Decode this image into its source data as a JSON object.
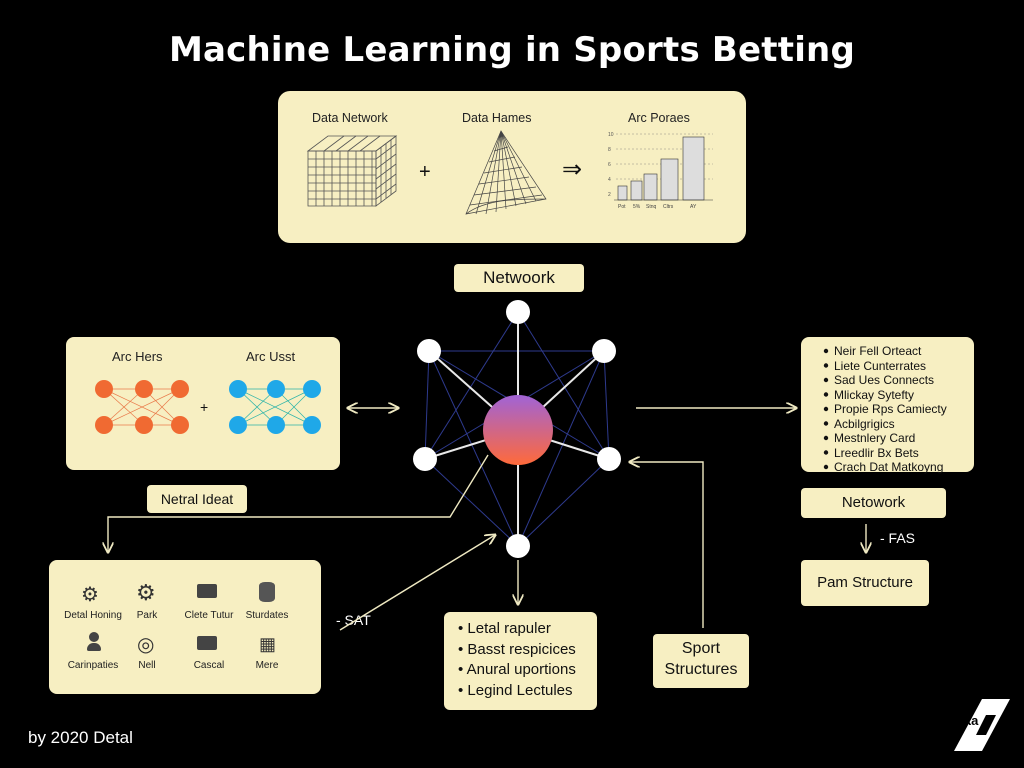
{
  "title": "Machine Learning in Sports Betting",
  "top_panel": {
    "label_1": "Data Network",
    "label_2": "Data Hames",
    "label_3": "Arc Poraes",
    "plus": "+",
    "implies": "⇒",
    "bar_tick_labels": [
      "Pot",
      "5%",
      "Stnq",
      "Cltrs",
      "AY"
    ],
    "axis_ticks": [
      "10",
      "8",
      "6",
      "4",
      "2"
    ]
  },
  "network_label": "Netwoork",
  "left_panel": {
    "label_1": "Arc Hers",
    "label_2": "Arc Usst",
    "plus": "+"
  },
  "neural_label": "Netral Ideat",
  "right_list": [
    "Neir Fell Orteact",
    "Liete Cunterrates",
    "Sad Ues Connects",
    "Mlickay Sytefty",
    "Propie Rps Camiecty",
    "Acbilgrigics",
    "Mestnlery Card",
    "Lreedlir Bx Bets",
    "Crach Dat Matkoyng"
  ],
  "right_network_label": "Netowork",
  "fas_label": "- FAS",
  "pam_label": "Pam Structure",
  "icons_panel": {
    "items": [
      {
        "label": "Detal Honing",
        "icon": "gears-icon"
      },
      {
        "label": "Park",
        "icon": "gear-icon"
      },
      {
        "label": "Clete Tutur",
        "icon": "box-icon"
      },
      {
        "label": "Sturdates",
        "icon": "database-icon"
      },
      {
        "label": "Carinpaties",
        "icon": "person-icon"
      },
      {
        "label": "Nell",
        "icon": "globe-icon"
      },
      {
        "label": "Cascal",
        "icon": "box-icon"
      },
      {
        "label": "Mere",
        "icon": "table-icon"
      }
    ]
  },
  "sat_label": "- SAT",
  "bottom_list": [
    "Letal rapuler",
    "Basst respicices",
    "Anural uportions",
    "Legind Lectules"
  ],
  "sport_structures": [
    "Sport",
    "Structures"
  ],
  "footer": "by 2020 Detal",
  "logo_text": "nka",
  "colors": {
    "panel": "#f7efc2",
    "orange": "#f06a32",
    "blue": "#1fa8e8",
    "arrow": "#efe9c2"
  }
}
